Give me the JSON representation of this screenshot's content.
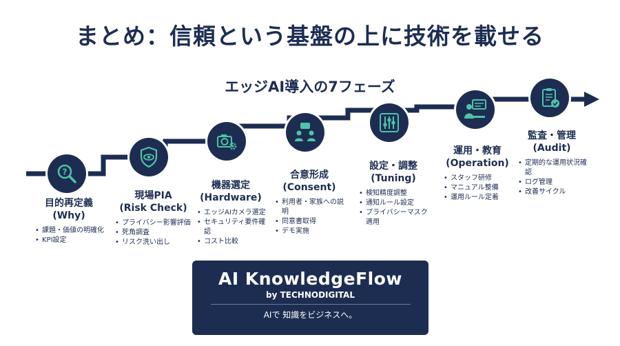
{
  "title": "まとめ：信頼という基盤の上に技術を載せる",
  "subtitle": "エッジAI導入の7フェーズ",
  "accent_color": "#1d2d52",
  "icon_color": "#4fc3a8",
  "steps": [
    {
      "name": "目的再定義",
      "en": "(Why)",
      "icon": "magnifier-question-icon",
      "items": [
        "課題・価値の明確化",
        "KPI設定"
      ]
    },
    {
      "name": "現場PIA",
      "en": "(Risk Check)",
      "icon": "shield-eye-icon",
      "items": [
        "プライバシー影響評価",
        "死角調査",
        "リスク洗い出し"
      ]
    },
    {
      "name": "機器選定",
      "en": "(Hardware)",
      "icon": "camera-gear-icon",
      "items": [
        "エッジAIカメラ選定",
        "セキュリティ要件確認",
        "コスト比較"
      ]
    },
    {
      "name": "合意形成",
      "en": "(Consent)",
      "icon": "people-chat-icon",
      "items": [
        "利用者・家族への説明",
        "同意書取得",
        "デモ実施"
      ]
    },
    {
      "name": "設定・調整",
      "en": "(Tuning)",
      "icon": "sliders-icon",
      "items": [
        "検知精度調整",
        "通知ルール設定",
        "プライバシーマスク適用"
      ]
    },
    {
      "name": "運用・教育",
      "en": "(Operation)",
      "icon": "presenter-board-icon",
      "items": [
        "スタッフ研修",
        "マニュアル整備",
        "運用ルール定着"
      ]
    },
    {
      "name": "監査・管理",
      "en": "(Audit)",
      "icon": "clipboard-check-icon",
      "items": [
        "定期的な運用状況確認",
        "ログ管理",
        "改善サイクル"
      ]
    }
  ],
  "brand": {
    "name": "AI KnowledgeFlow",
    "by": "by TECHNODIGITAL",
    "tagline": "AIで 知識をビジネスへ。"
  }
}
